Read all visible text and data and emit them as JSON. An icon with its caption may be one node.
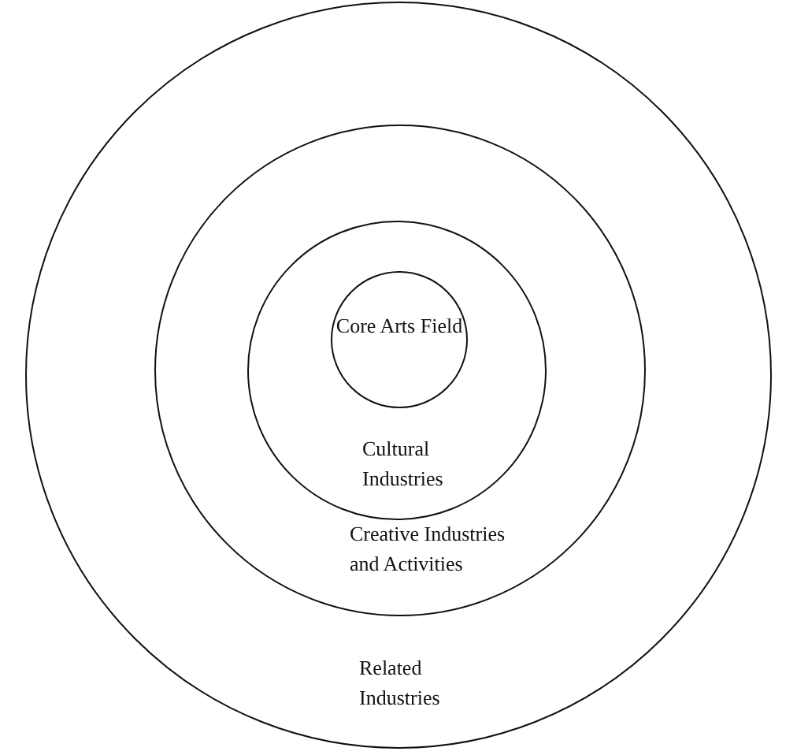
{
  "diagram": {
    "nodes": [
      {
        "text": [
          "Related Industries"
        ]
      },
      {
        "text": [
          "Creative Industries and Activities"
        ],
        "in": 0
      },
      {
        "text": [
          "Cultural Industries"
        ],
        "in": 1
      },
      {
        "text": [
          "Core Arts Field"
        ],
        "in": 2
      }
    ]
  }
}
